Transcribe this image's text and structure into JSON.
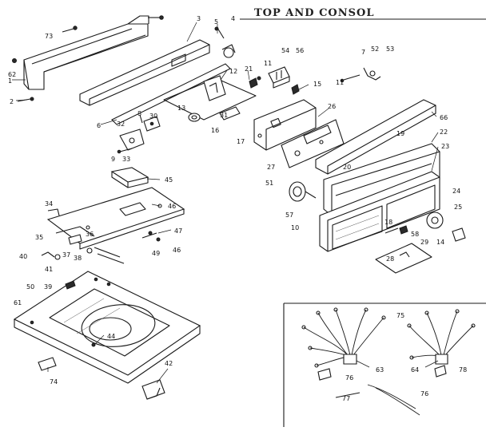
{
  "header": {
    "text": "TOP AND CONSOL"
  },
  "callouts": {
    "c1": "1",
    "c2": "2",
    "c3": "3",
    "c4": "4",
    "c5": "5",
    "c6": "6",
    "c7": "7",
    "c8": "8",
    "c9": "9",
    "c10": "10",
    "c11": "11",
    "c12": "12",
    "c13": "13",
    "c14": "14",
    "c15": "15",
    "c16": "16",
    "c17": "17",
    "c18": "18",
    "c19": "19",
    "c20": "20",
    "c21": "21",
    "c22": "22",
    "c23": "23",
    "c24": "24",
    "c25": "25",
    "c26": "26",
    "c27": "27",
    "c28": "28",
    "c29": "29",
    "c30": "30",
    "c31": "31",
    "c32": "32",
    "c33": "33",
    "c34": "34",
    "c35": "35",
    "c36": "36",
    "c37": "37",
    "c38": "38",
    "c39": "39",
    "c40": "40",
    "c41": "41",
    "c42": "42",
    "c44": "44",
    "c45": "45",
    "c46": "46",
    "c47": "47",
    "c49": "49",
    "c50": "50",
    "c51": "51",
    "c52": "52",
    "c53": "53",
    "c54": "54",
    "c56": "56",
    "c57": "57",
    "c58": "58",
    "c61": "61",
    "c62": "62",
    "c63": "63",
    "c64": "64",
    "c66": "66",
    "c73": "73",
    "c74": "74",
    "c75": "75",
    "c76": "76",
    "c77": "77",
    "c78": "78"
  }
}
